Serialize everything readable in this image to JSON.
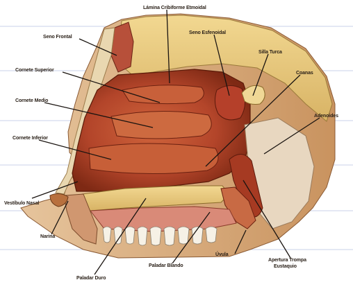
{
  "labels": {
    "lamina": "Lámina Cribiforme Etmoidal",
    "seno_frontal": "Seno Frontal",
    "seno_esfenoidal": "Seno Esfenoidal",
    "silla_turca": "Silla Turca",
    "cornete_superior": "Cornete Superior",
    "coanas": "Coanas",
    "cornete_medio": "Cornete Medio",
    "adenoides": "Adenoides",
    "cornete_inferior": "Cornete Inferior",
    "vestibulo": "Vestíbulo Nasal",
    "narina": "Narina",
    "uvula": "Úvula",
    "apertura_line1": "Apertura Trompa",
    "apertura_line2": "Eustaquio",
    "paladar_duro": "Paladar Duro",
    "paladar_blando": "Paladar Blando"
  },
  "colors": {
    "tissue": "#b8492a",
    "tissue_dark": "#7a2410",
    "bone": "#e8c87a",
    "cartilage": "#efe3c8",
    "skin": "#d9b48a",
    "leader": "#1a1410"
  }
}
